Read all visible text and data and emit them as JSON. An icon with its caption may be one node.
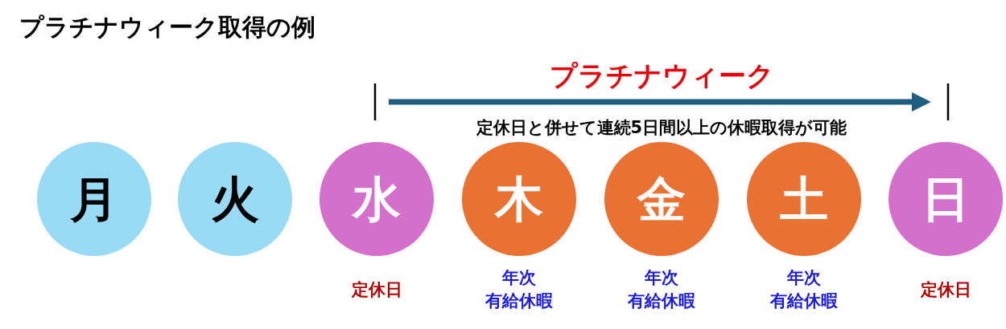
{
  "diagram": {
    "title": "プラチナウィーク取得の例",
    "nodes": [
      {
        "text": [
          "月"
        ]
      },
      {
        "text": [
          "火"
        ]
      },
      {
        "text": [
          "水"
        ],
        "beside": [
          "定休日"
        ]
      },
      {
        "text": [
          "木"
        ],
        "beside": [
          "年次有給休暇"
        ]
      },
      {
        "text": [
          "金"
        ],
        "beside": [
          "年次有給休暇"
        ]
      },
      {
        "text": [
          "土"
        ],
        "beside": [
          "年次有給休暇"
        ]
      },
      {
        "text": [
          "日"
        ],
        "beside": [
          "定休日"
        ]
      }
    ],
    "labels": [
      "プラチナウィーク",
      "定休日と併せて連続5日間以上の休暇取得が可能"
    ]
  }
}
